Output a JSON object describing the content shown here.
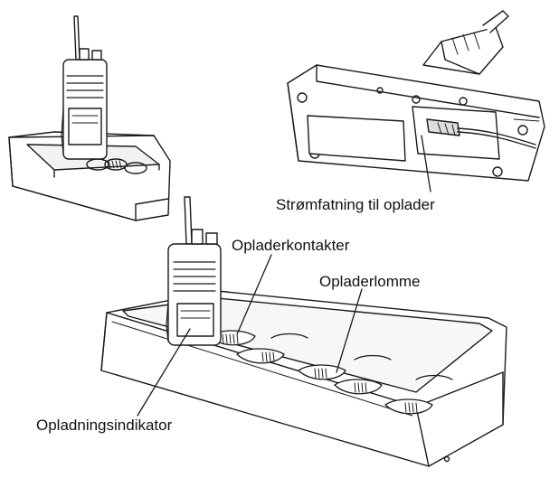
{
  "labels": {
    "power_socket": "Strømfatning til oplader",
    "charger_contacts": "Opladerkontakter",
    "charger_pocket": "Opladerlomme",
    "charging_indicator": "Opladningsindikator"
  },
  "colors": {
    "line": "#1a1a1a",
    "fill": "#ffffff",
    "shade": "#cfcfcf"
  },
  "icons": [
    "single-charger-icon",
    "charger-underside-icon",
    "multi-unit-charger-icon",
    "two-way-radio-icon"
  ]
}
